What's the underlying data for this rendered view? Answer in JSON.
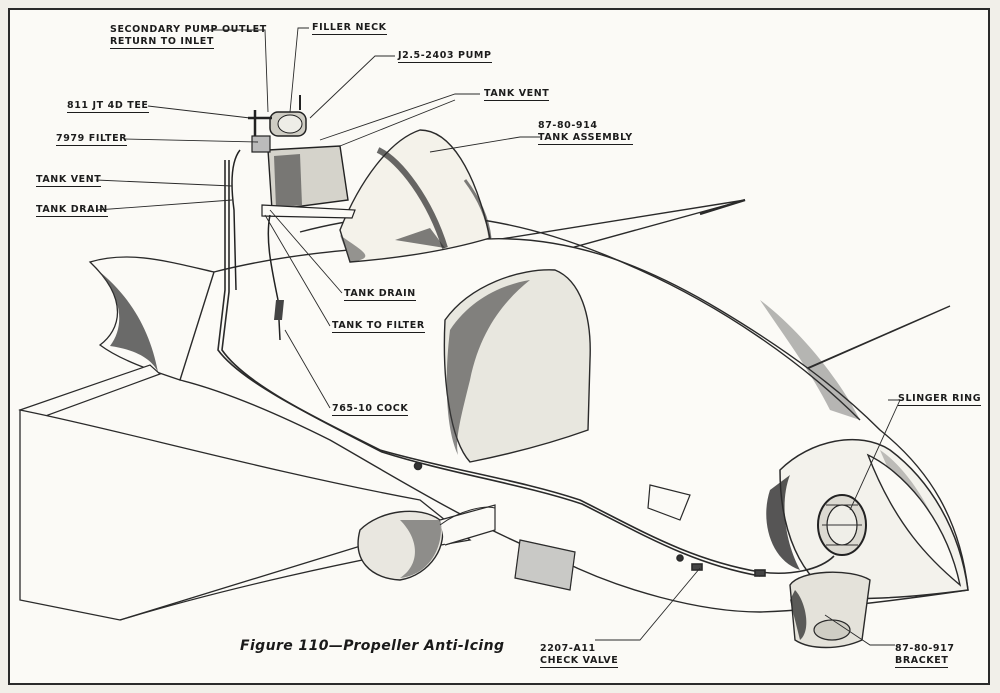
{
  "figure": {
    "caption": "Figure 110—Propeller Anti-Icing"
  },
  "labels": {
    "secondary_pump_outlet_1": "SECONDARY PUMP OUTLET",
    "secondary_pump_outlet_2": "RETURN TO INLET",
    "filler_neck": "FILLER NECK",
    "pump": "J2.5-2403 PUMP",
    "tee": "811 JT 4D TEE",
    "tank_vent_right": "TANK VENT",
    "tank_assembly_1": "87-80-914",
    "tank_assembly_2": "TANK ASSEMBLY",
    "filter": "7979 FILTER",
    "tank_vent_left": "TANK VENT",
    "tank_drain_left": "TANK DRAIN",
    "tank_drain_mid": "TANK DRAIN",
    "tank_to_filter": "TANK TO FILTER",
    "cock": "765-10 COCK",
    "slinger_ring": "SLINGER RING",
    "check_valve_1": "2207-A11",
    "check_valve_2": "CHECK VALVE",
    "bracket_1": "87-80-917",
    "bracket_2": "BRACKET"
  }
}
